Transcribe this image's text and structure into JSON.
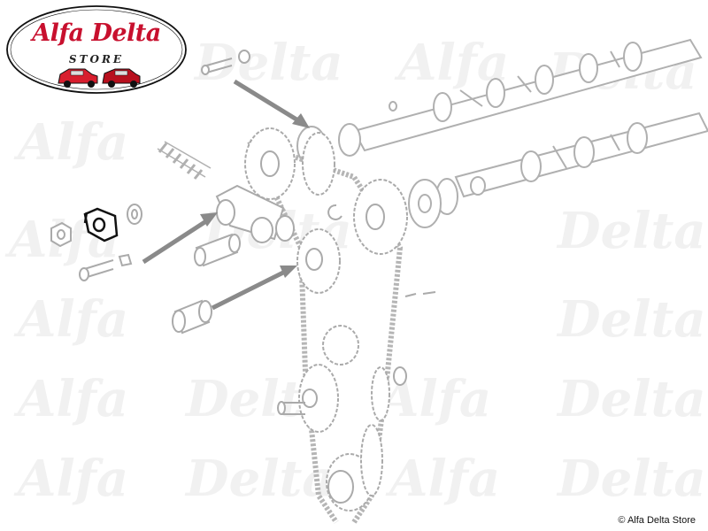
{
  "logo": {
    "script_text": "Alfa Delta",
    "store_text": "STORE"
  },
  "watermark": {
    "text_a": "Alfa",
    "text_b": "Delta"
  },
  "footer": {
    "copyright": "© Alfa Delta Store"
  },
  "colors": {
    "brand_red": "#c8102e",
    "drawing_gray": "#b0b0b0",
    "drawing_dark": "#8a8a8a",
    "highlight_black": "#111111",
    "watermark_gray": "#f0f0f0"
  }
}
